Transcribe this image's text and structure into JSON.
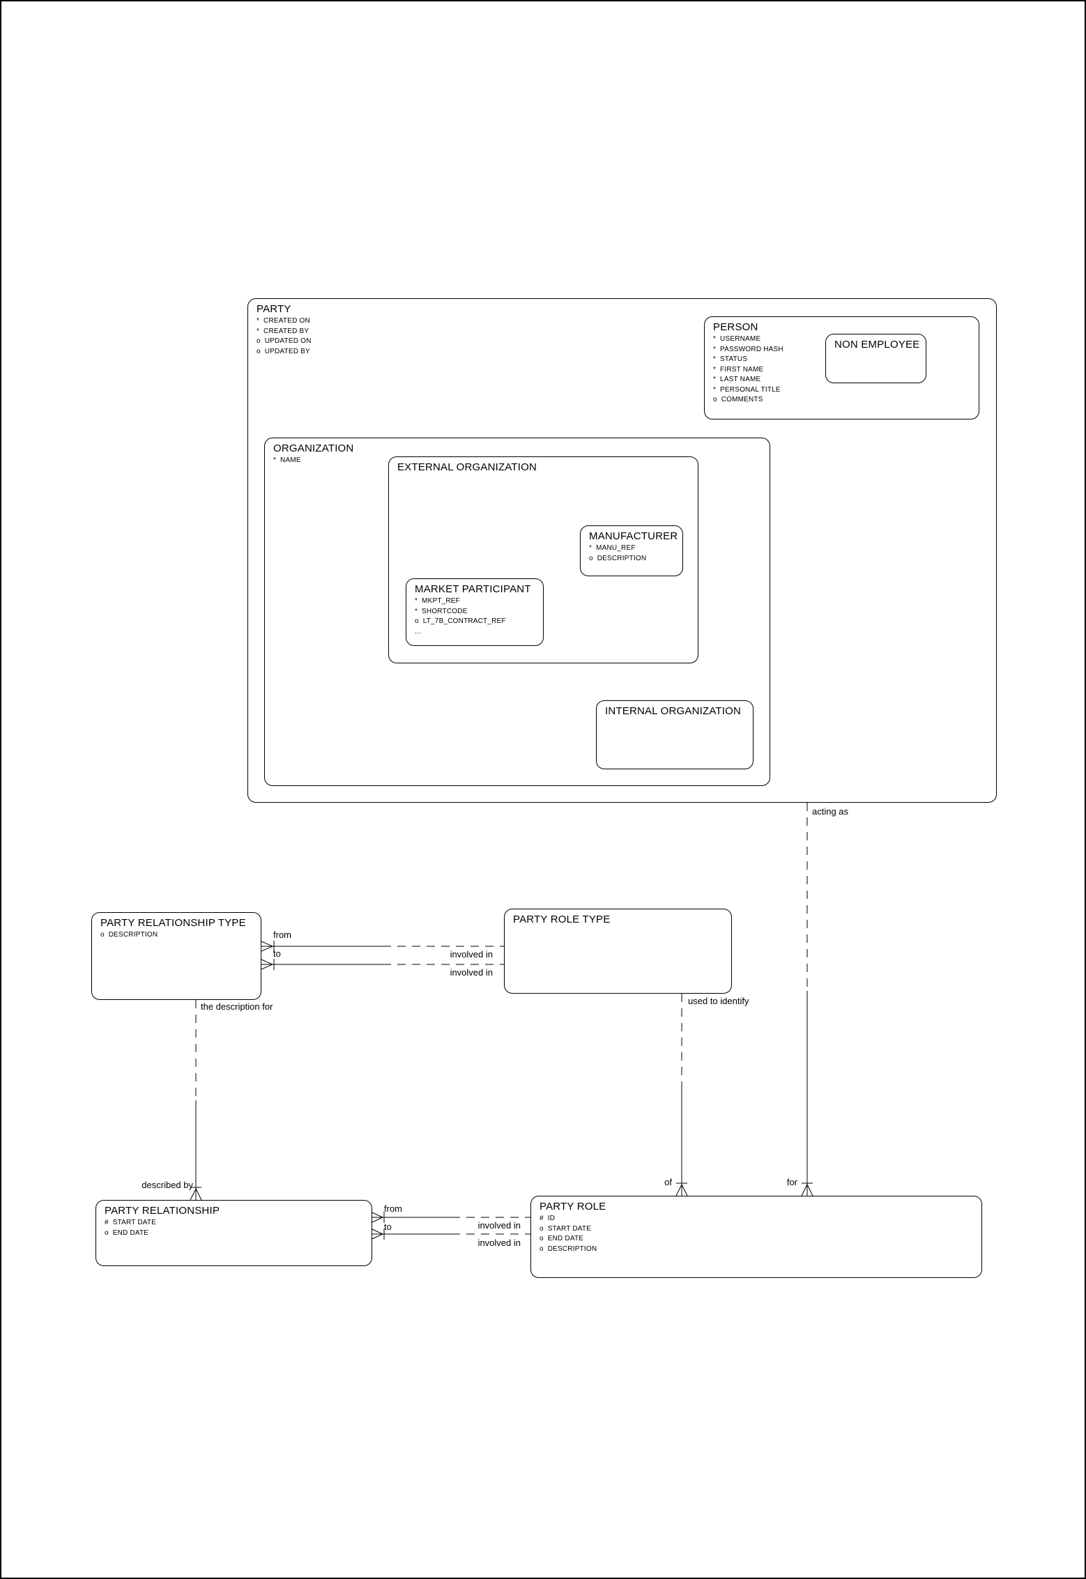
{
  "page": {
    "background_color": "#ffffff",
    "line_color": "#000000"
  },
  "entities": {
    "party": {
      "title": "PARTY",
      "attributes": [
        "*  CREATED ON",
        "*  CREATED BY",
        "o  UPDATED ON",
        "o  UPDATED BY"
      ]
    },
    "person": {
      "title": "PERSON",
      "attributes": [
        "*  USERNAME",
        "*  PASSWORD HASH",
        "*  STATUS",
        "*  FIRST NAME",
        "*  LAST NAME",
        "*  PERSONAL TITLE",
        "o  COMMENTS"
      ]
    },
    "non_employee": {
      "title": "NON EMPLOYEE",
      "attributes": []
    },
    "organization": {
      "title": "ORGANIZATION",
      "attributes": [
        "*  NAME"
      ]
    },
    "external_organization": {
      "title": "EXTERNAL ORGANIZATION",
      "attributes": []
    },
    "manufacturer": {
      "title": "MANUFACTURER",
      "attributes": [
        "*  MANU_REF",
        "o  DESCRIPTION"
      ]
    },
    "market_participant": {
      "title": "MARKET PARTICIPANT",
      "attributes": [
        "*  MKPT_REF",
        "*  SHORTCODE",
        "o  LT_7B_CONTRACT_REF",
        "..."
      ]
    },
    "internal_organization": {
      "title": "INTERNAL ORGANIZATION",
      "attributes": []
    },
    "party_relationship_type": {
      "title": "PARTY RELATIONSHIP TYPE",
      "attributes": [
        "o  DESCRIPTION"
      ]
    },
    "party_role_type": {
      "title": "PARTY ROLE TYPE",
      "attributes": []
    },
    "party_relationship": {
      "title": "PARTY RELATIONSHIP",
      "attributes": [
        "#  START DATE",
        "o  END DATE"
      ]
    },
    "party_role": {
      "title": "PARTY ROLE",
      "attributes": [
        "#  ID",
        "o  START DATE",
        "o  END DATE",
        "o  DESCRIPTION"
      ]
    }
  },
  "relationships": {
    "party_acting_as_party_role": {
      "source_label": "acting as",
      "target_label": "for"
    },
    "party_role_type_identifies_party_role": {
      "source_label": "used to identify",
      "target_label": "of"
    },
    "party_relationship_type_describes_party_relationship": {
      "source_label": "the description for",
      "target_label": "described by"
    },
    "party_relationship_type_party_role_type_from": {
      "source_label": "from",
      "target_label": "involved in"
    },
    "party_relationship_type_party_role_type_to": {
      "source_label": "to",
      "target_label": "involved in"
    },
    "party_relationship_party_role_from": {
      "source_label": "from",
      "target_label": "involved in"
    },
    "party_relationship_party_role_to": {
      "source_label": "to",
      "target_label": "involved in"
    }
  }
}
